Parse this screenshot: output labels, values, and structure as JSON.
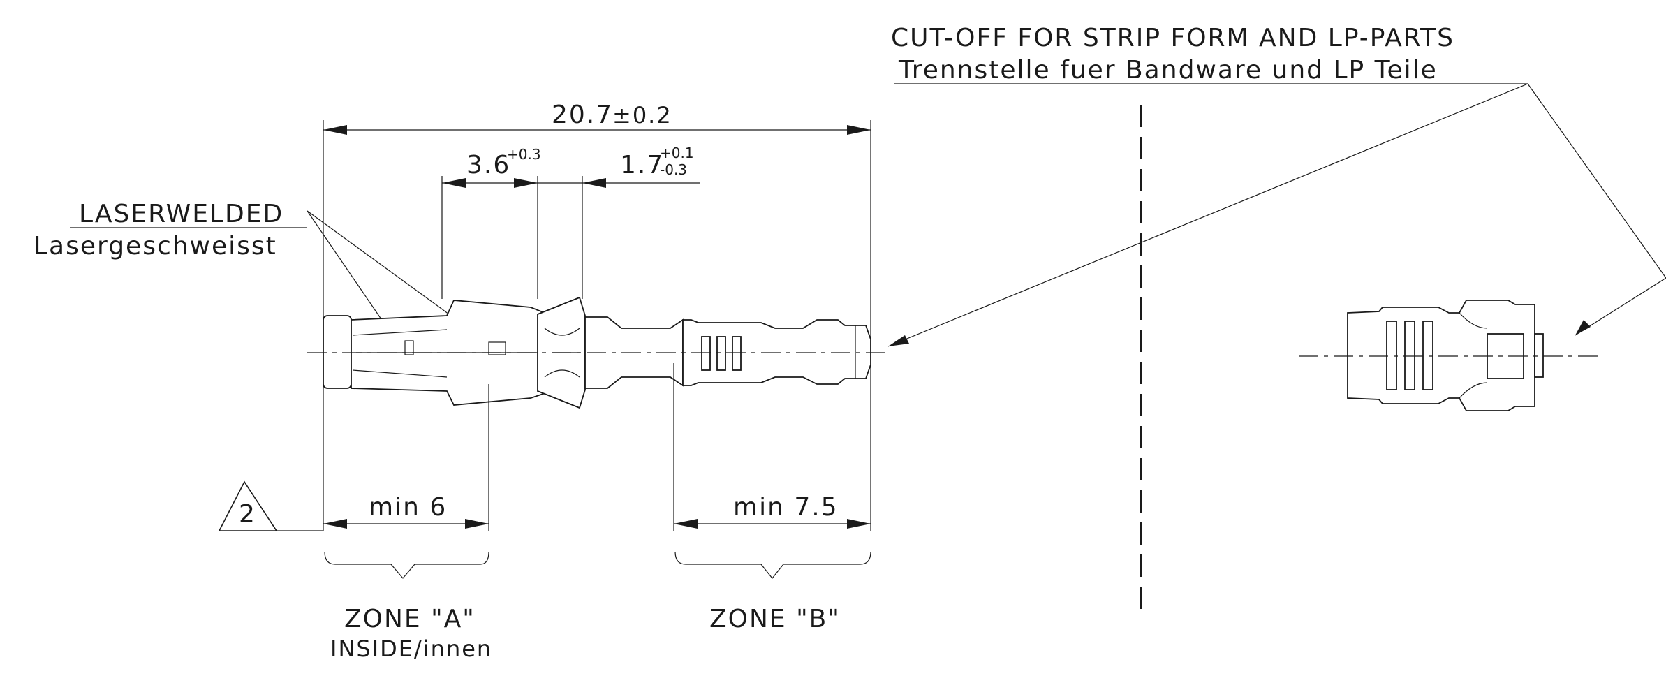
{
  "cutoff": {
    "title_en": "CUT-OFF FOR STRIP FORM AND LP-PARTS",
    "title_de": "Trennstelle fuer Bandware und LP Teile"
  },
  "laserweld": {
    "label_en": "LASERWELDED",
    "label_de": "Lasergeschweisst"
  },
  "dimensions": {
    "overall": {
      "value": "20.7",
      "tolerance": "±0.2"
    },
    "dim_a": {
      "value": "3.6",
      "tol_upper": "+0.3"
    },
    "dim_b": {
      "value": "1.7",
      "tol_upper": "+0.1",
      "tol_lower": "-0.3"
    },
    "min_a": "min 6",
    "min_b": "min 7.5"
  },
  "note_marker": "2",
  "zones": {
    "a": {
      "label": "ZONE \"A\"",
      "sublabel": "INSIDE/innen"
    },
    "b": {
      "label": "ZONE \"B\""
    }
  }
}
